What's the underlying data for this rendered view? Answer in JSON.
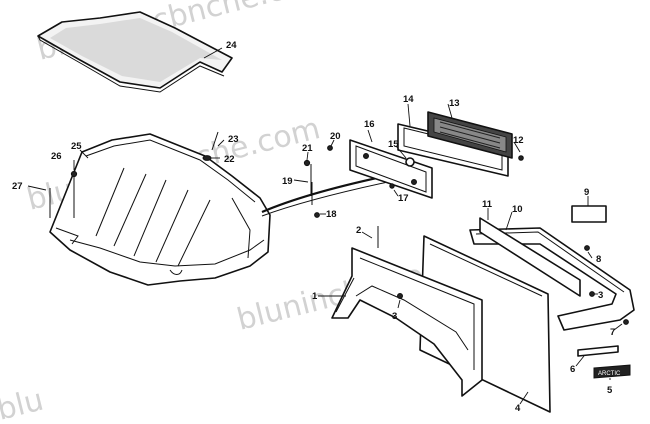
{
  "watermark": {
    "text_1": "bluminscbnche.com",
    "text_2": "bluninche.com",
    "text_3": "blu"
  },
  "callouts": {
    "c1": "1",
    "c2": "2",
    "c3a": "3",
    "c3b": "3",
    "c4": "4",
    "c5": "5",
    "c6": "6",
    "c7": "7",
    "c8": "8",
    "c9": "9",
    "c10": "10",
    "c11": "11",
    "c12": "12",
    "c13": "13",
    "c14": "14",
    "c15": "15",
    "c16": "16",
    "c17": "17",
    "c18": "18",
    "c19": "19",
    "c20": "20",
    "c21": "21",
    "c22": "22",
    "c23": "23",
    "c24": "24",
    "c25": "25",
    "c26": "26",
    "c27": "27"
  },
  "decal_text": "ARCTIC"
}
